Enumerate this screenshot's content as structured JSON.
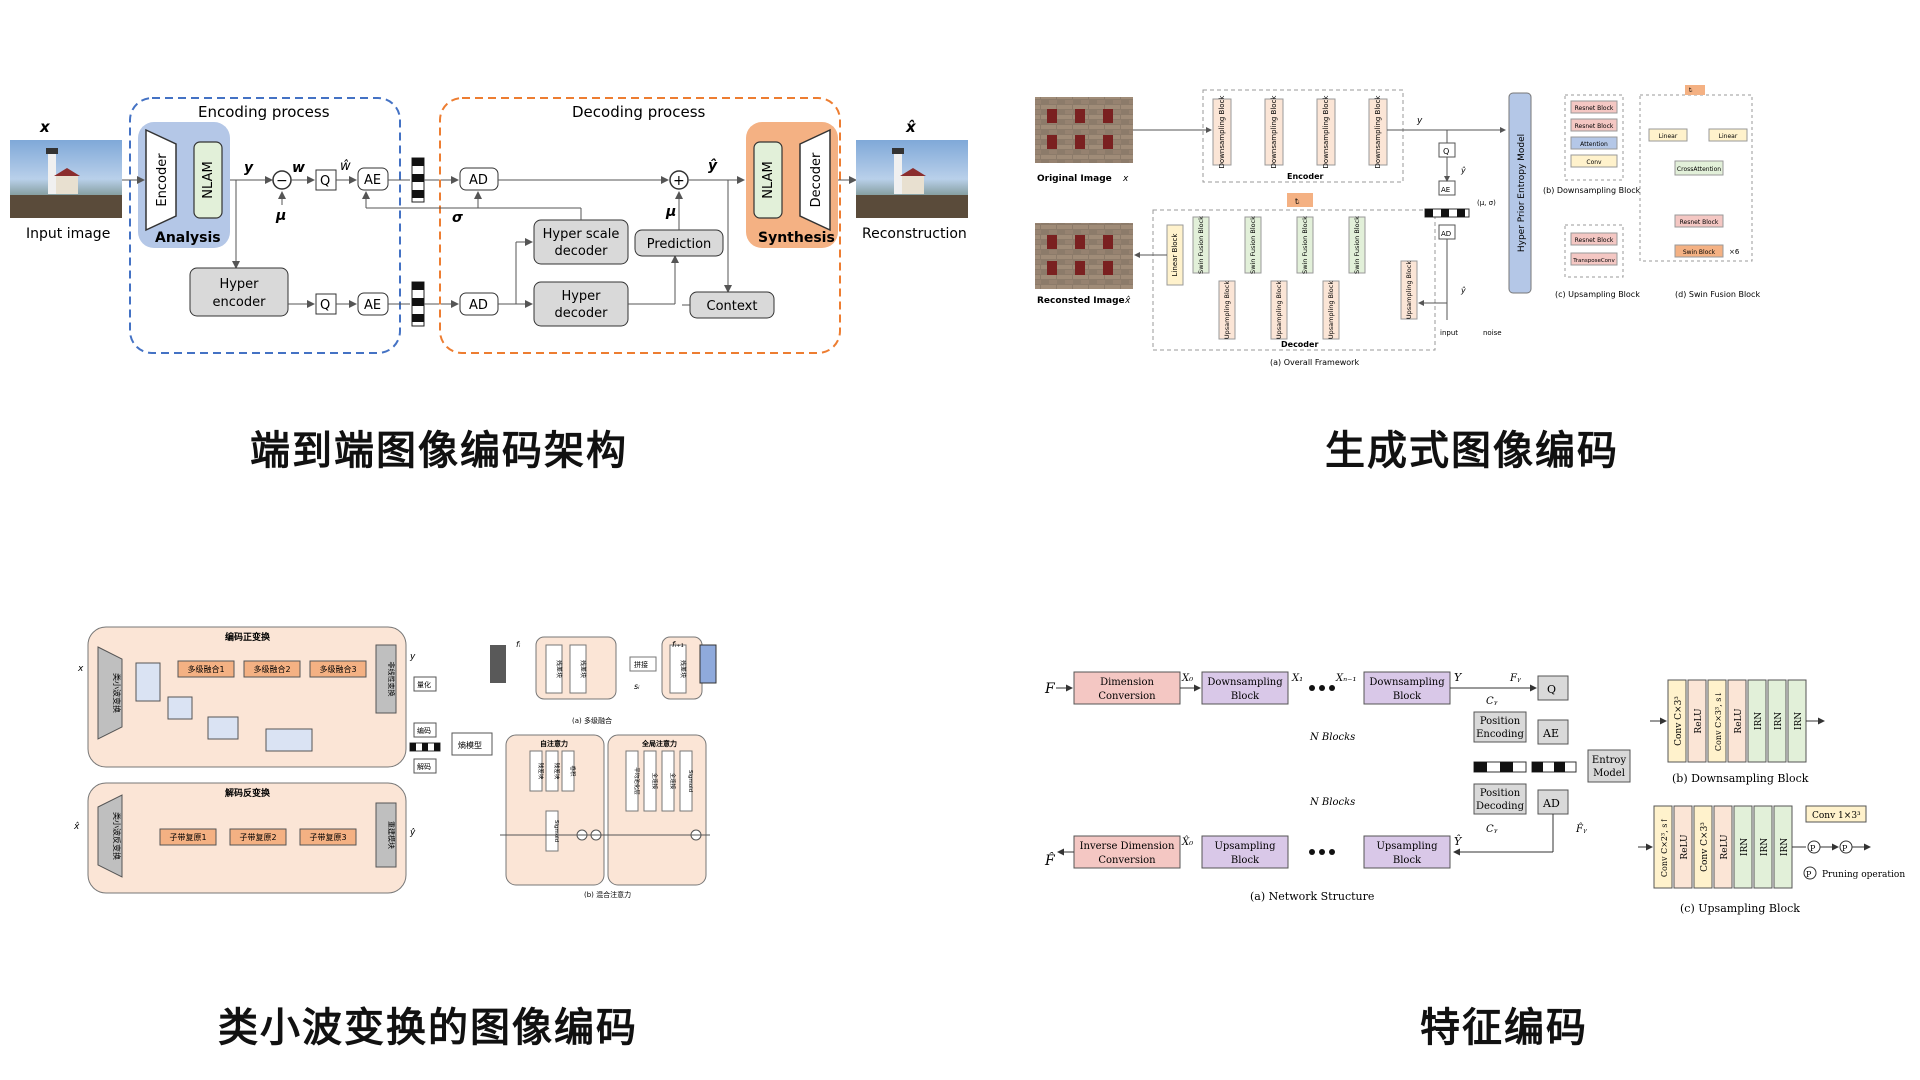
{
  "captions": {
    "tl": "端到端图像编码架构",
    "tr": "生成式图像编码",
    "bl": "类小波变换的图像编码",
    "br": "特征编码"
  },
  "p1": {
    "encoding_process": "Encoding process",
    "decoding_process": "Decoding process",
    "x": "x",
    "x_hat": "x̂",
    "input_image": "Input image",
    "reconstruction": "Reconstruction",
    "encoder": "Encoder",
    "nlam": "NLAM",
    "analysis": "Analysis",
    "decoder": "Decoder",
    "synthesis": "Synthesis",
    "y": "y",
    "w": "w",
    "w_hat": "ŵ",
    "mu": "μ",
    "sigma": "σ",
    "y_hat": "ŷ",
    "q": "Q",
    "ae": "AE",
    "ad": "AD",
    "hyper_encoder": [
      "Hyper",
      "encoder"
    ],
    "hyper_scale_decoder": [
      "Hyper scale",
      "decoder"
    ],
    "hyper_decoder": [
      "Hyper",
      "decoder"
    ],
    "prediction": "Prediction",
    "context": "Context",
    "minus": "−",
    "plus": "+"
  },
  "p2": {
    "original_image": "Original Image",
    "x": "x",
    "reconsted_image": "Reconsted Image",
    "x_hat": "x̂",
    "downsampling_block": "Downsampling Block",
    "encoder": "Encoder",
    "decoder": "Decoder",
    "linear_block": "Linear Block",
    "swin_fusion_block": "Swin Fusion Block",
    "upsampling_block": "Upsampling Block",
    "hyper_prior": "Hyper Prior Entropy Model",
    "ti": "tᵢ",
    "y": "y",
    "y_hat": "ŷ",
    "q": "Q",
    "ae": "AE",
    "ad": "AD",
    "mu_sigma": "(μ, σ)",
    "input": "input",
    "noise": "noise",
    "cap_a": "(a)  Overall Framework",
    "cap_b": "(b)  Downsampling Block",
    "cap_c": "(c)  Upsampling Block",
    "cap_d": "(d)  Swin Fusion Block",
    "resnet_block": "Resnet Block",
    "attention": "Attention",
    "conv": "Conv",
    "transposeconv": "TransposeConv",
    "linear": "Linear",
    "crossattention": "CrossAttention",
    "swin_block": "Swin Block",
    "x6": "×6"
  },
  "p3": {
    "forward_title": "编码正变换",
    "inverse_title": "解码反变换",
    "x": "x",
    "x_hat": "x̂",
    "y": "y",
    "y_hat": "ŷ",
    "wavelet_fwd": "类小波变换",
    "wavelet_inv": "类小波反变换",
    "fusion": [
      "多级融合1",
      "多级融合2",
      "多级融合3"
    ],
    "restore": [
      "子带复原1",
      "子带复原2",
      "子带复原3"
    ],
    "fwd_right": "非线性变换",
    "inv_right": "重建模块",
    "quantize": "量化",
    "encode": "编码",
    "decode": "解码",
    "entropy_model": "熵模型",
    "fi": "fᵢ",
    "fi1": "fᵢ₊₁",
    "si": "sᵢ",
    "concat": "拼接",
    "sub_a": "(a) 多级融合",
    "sub_b": "(b) 混合注意力",
    "self_attn": "自注意力",
    "global_attn": "全局注意力",
    "res_block": "残差块",
    "conv_layer": "卷积",
    "sigmoid": "Sigmoid",
    "avg_pool": "平均池化层",
    "fc": "全连接"
  },
  "p4": {
    "F": "F",
    "F_hat": "F̂",
    "dim_conv": [
      "Dimension",
      "Conversion"
    ],
    "inv_dim_conv": [
      "Inverse Dimension",
      "Conversion"
    ],
    "downsampling_block": [
      "Downsampling",
      "Block"
    ],
    "upsampling_block": [
      "Upsampling",
      "Block"
    ],
    "X0": "X₀",
    "X1": "X₁",
    "XN1": "Xₙ₋₁",
    "X0_hat": "X̂₀",
    "Y": "Y",
    "Y_hat": "Ŷ",
    "FY": "Fᵧ",
    "FY_hat": "F̂ᵧ",
    "CY": "Cᵧ",
    "n_blocks": "N Blocks",
    "q": "Q",
    "ae": "AE",
    "ad": "AD",
    "pos_enc": [
      "Position",
      "Encoding"
    ],
    "pos_dec": [
      "Position",
      "Decoding"
    ],
    "entropy_model": [
      "Entroy",
      "Model"
    ],
    "cap_a": "(a) Network Structure",
    "cap_b": "(b) Downsampling Block",
    "cap_c": "(c) Upsampling Block",
    "conv_down": "Conv C×3³",
    "conv_down_s": "Conv C×3³, s↓",
    "relu": "ReLU",
    "irn": "IRN",
    "conv_up": "Conv C×2³, s↑",
    "conv_up2": "Conv C×3³",
    "conv_1x3": "Conv 1×3³",
    "pruning": "Pruning operation",
    "p_sym": "P"
  },
  "colors": {
    "blue_dash": "#4472c4",
    "orange_dash": "#ed7d31",
    "analysis_fill": "#b4c7e7",
    "synthesis_fill": "#f4b183",
    "gray_box": "#d9d9d9",
    "green_box": "#e2f0d9",
    "pink_box": "#f4c7c3",
    "purple_box": "#d9c8e8",
    "peach": "#fbe5d6"
  }
}
